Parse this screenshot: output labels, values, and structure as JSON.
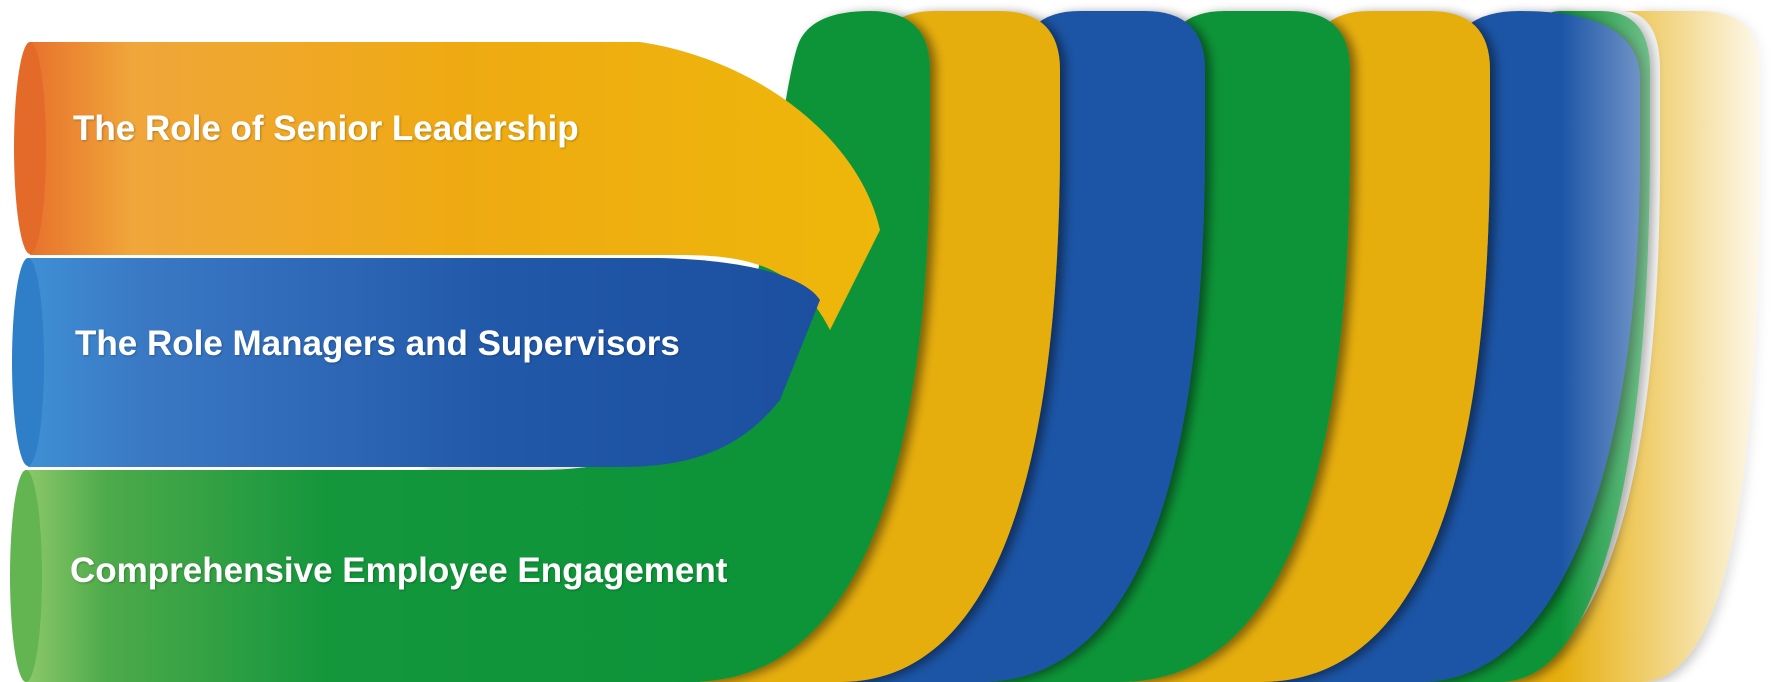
{
  "bands": [
    {
      "label": "The Role of Senior Leadership",
      "color": "#eeb10b",
      "start_color": "#ea7a2c"
    },
    {
      "label": "The Role Managers and Supervisors",
      "color": "#1e54a6",
      "start_color": "#4a9ad8"
    },
    {
      "label": "Comprehensive Employee Engagement",
      "color": "#0d9439",
      "start_color": "#7cbf5e"
    }
  ],
  "ribbon_colors": [
    "#0d9439",
    "#e6ae11",
    "#1e54a6",
    "#0d9439",
    "#e6ae11",
    "#1e54a6",
    "#0d9439",
    "#e6ae11"
  ]
}
